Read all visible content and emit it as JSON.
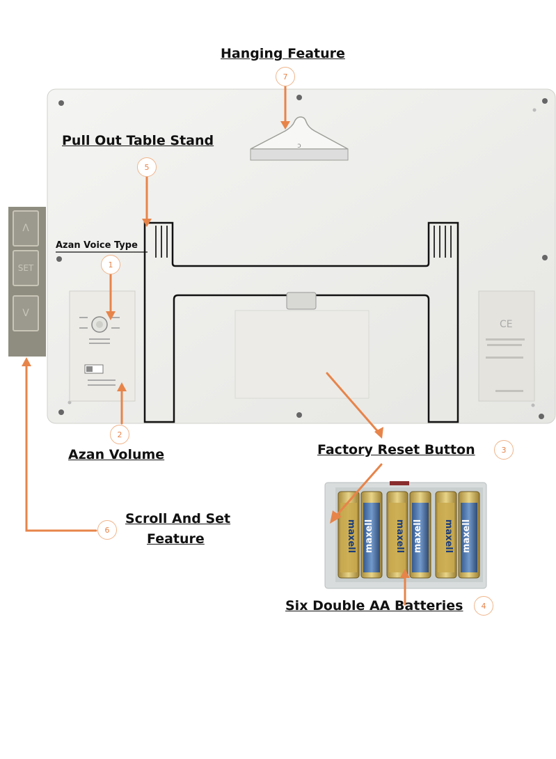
{
  "labels": {
    "hanging": "Hanging Feature",
    "stand": "Pull Out Table Stand",
    "voice": "Azan Voice Type",
    "volume": "Azan Volume",
    "reset": "Factory Reset Button",
    "scroll_line1": "Scroll And Set",
    "scroll_line2": "Feature",
    "batteries": "Six Double AA Batteries"
  },
  "markers": {
    "voice": "1",
    "volume": "2",
    "reset": "3",
    "batteries": "4",
    "stand": "5",
    "scroll": "6",
    "hanging": "7"
  },
  "buttons": {
    "up": "Λ",
    "set": "SET",
    "down": "V"
  },
  "battery_brand": "maxell",
  "colors": {
    "accent": "#e7844a",
    "panel": "#efefec",
    "button_strip": "#8f8d80"
  }
}
